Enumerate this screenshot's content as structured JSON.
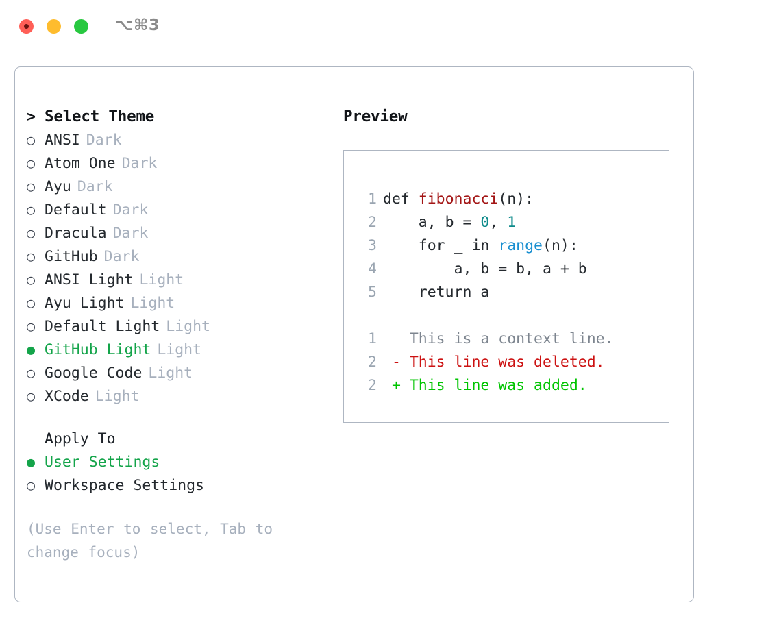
{
  "window": {
    "shortcut": "⌥⌘3",
    "traffic_lights": [
      {
        "name": "close",
        "color": "#ff5f57"
      },
      {
        "name": "minimize",
        "color": "#febc2e"
      },
      {
        "name": "maximize",
        "color": "#28c840"
      }
    ]
  },
  "theme_picker": {
    "title": "Select Theme",
    "caret": ">",
    "marker_selected": "●",
    "marker_unselected": "○",
    "items": [
      {
        "label": "ANSI",
        "tag": "Dark",
        "selected": false
      },
      {
        "label": "Atom One",
        "tag": "Dark",
        "selected": false
      },
      {
        "label": "Ayu",
        "tag": "Dark",
        "selected": false
      },
      {
        "label": "Default",
        "tag": "Dark",
        "selected": false
      },
      {
        "label": "Dracula",
        "tag": "Dark",
        "selected": false
      },
      {
        "label": "GitHub",
        "tag": "Dark",
        "selected": false
      },
      {
        "label": "ANSI Light",
        "tag": "Light",
        "selected": false
      },
      {
        "label": "Ayu Light",
        "tag": "Light",
        "selected": false
      },
      {
        "label": "Default Light",
        "tag": "Light",
        "selected": false
      },
      {
        "label": "GitHub Light",
        "tag": "Light",
        "selected": true
      },
      {
        "label": "Google Code",
        "tag": "Light",
        "selected": false
      },
      {
        "label": "XCode",
        "tag": "Light",
        "selected": false
      }
    ]
  },
  "apply_to": {
    "title": "Apply To",
    "items": [
      {
        "label": "User Settings",
        "selected": true
      },
      {
        "label": "Workspace Settings",
        "selected": false
      }
    ]
  },
  "hint": "(Use Enter to select, Tab to change focus)",
  "preview": {
    "title": "Preview",
    "code_lines": [
      {
        "no": "1",
        "parts": [
          {
            "t": "def ",
            "c": "plain"
          },
          {
            "t": "fibonacci",
            "c": "fn"
          },
          {
            "t": "(n):",
            "c": "plain"
          }
        ]
      },
      {
        "no": "2",
        "parts": [
          {
            "t": "    a, b = ",
            "c": "plain"
          },
          {
            "t": "0",
            "c": "num"
          },
          {
            "t": ", ",
            "c": "plain"
          },
          {
            "t": "1",
            "c": "num"
          }
        ]
      },
      {
        "no": "3",
        "parts": [
          {
            "t": "    for _ in ",
            "c": "plain"
          },
          {
            "t": "range",
            "c": "call"
          },
          {
            "t": "(n):",
            "c": "plain"
          }
        ]
      },
      {
        "no": "4",
        "parts": [
          {
            "t": "        a, b = b, a + b",
            "c": "plain"
          }
        ]
      },
      {
        "no": "5",
        "parts": [
          {
            "t": "    return a",
            "c": "plain"
          }
        ]
      }
    ],
    "diff_lines": [
      {
        "no": "1",
        "sign": " ",
        "text": "This is a context line.",
        "kind": "ctx"
      },
      {
        "no": "2",
        "sign": "-",
        "text": "This line was deleted.",
        "kind": "del"
      },
      {
        "no": "2",
        "sign": "+",
        "text": "This line was added.",
        "kind": "add"
      }
    ]
  },
  "colors": {
    "selected_green": "#14a44a",
    "muted": "#a7b0bd",
    "border": "#aeb6c2",
    "line_number": "#9aa5b1",
    "syntax_function": "#a31515",
    "syntax_number": "#0d8a8a",
    "syntax_call": "#1a8fd0",
    "diff_context": "#7d858f",
    "diff_deleted": "#cc1111",
    "diff_added": "#00c400"
  }
}
